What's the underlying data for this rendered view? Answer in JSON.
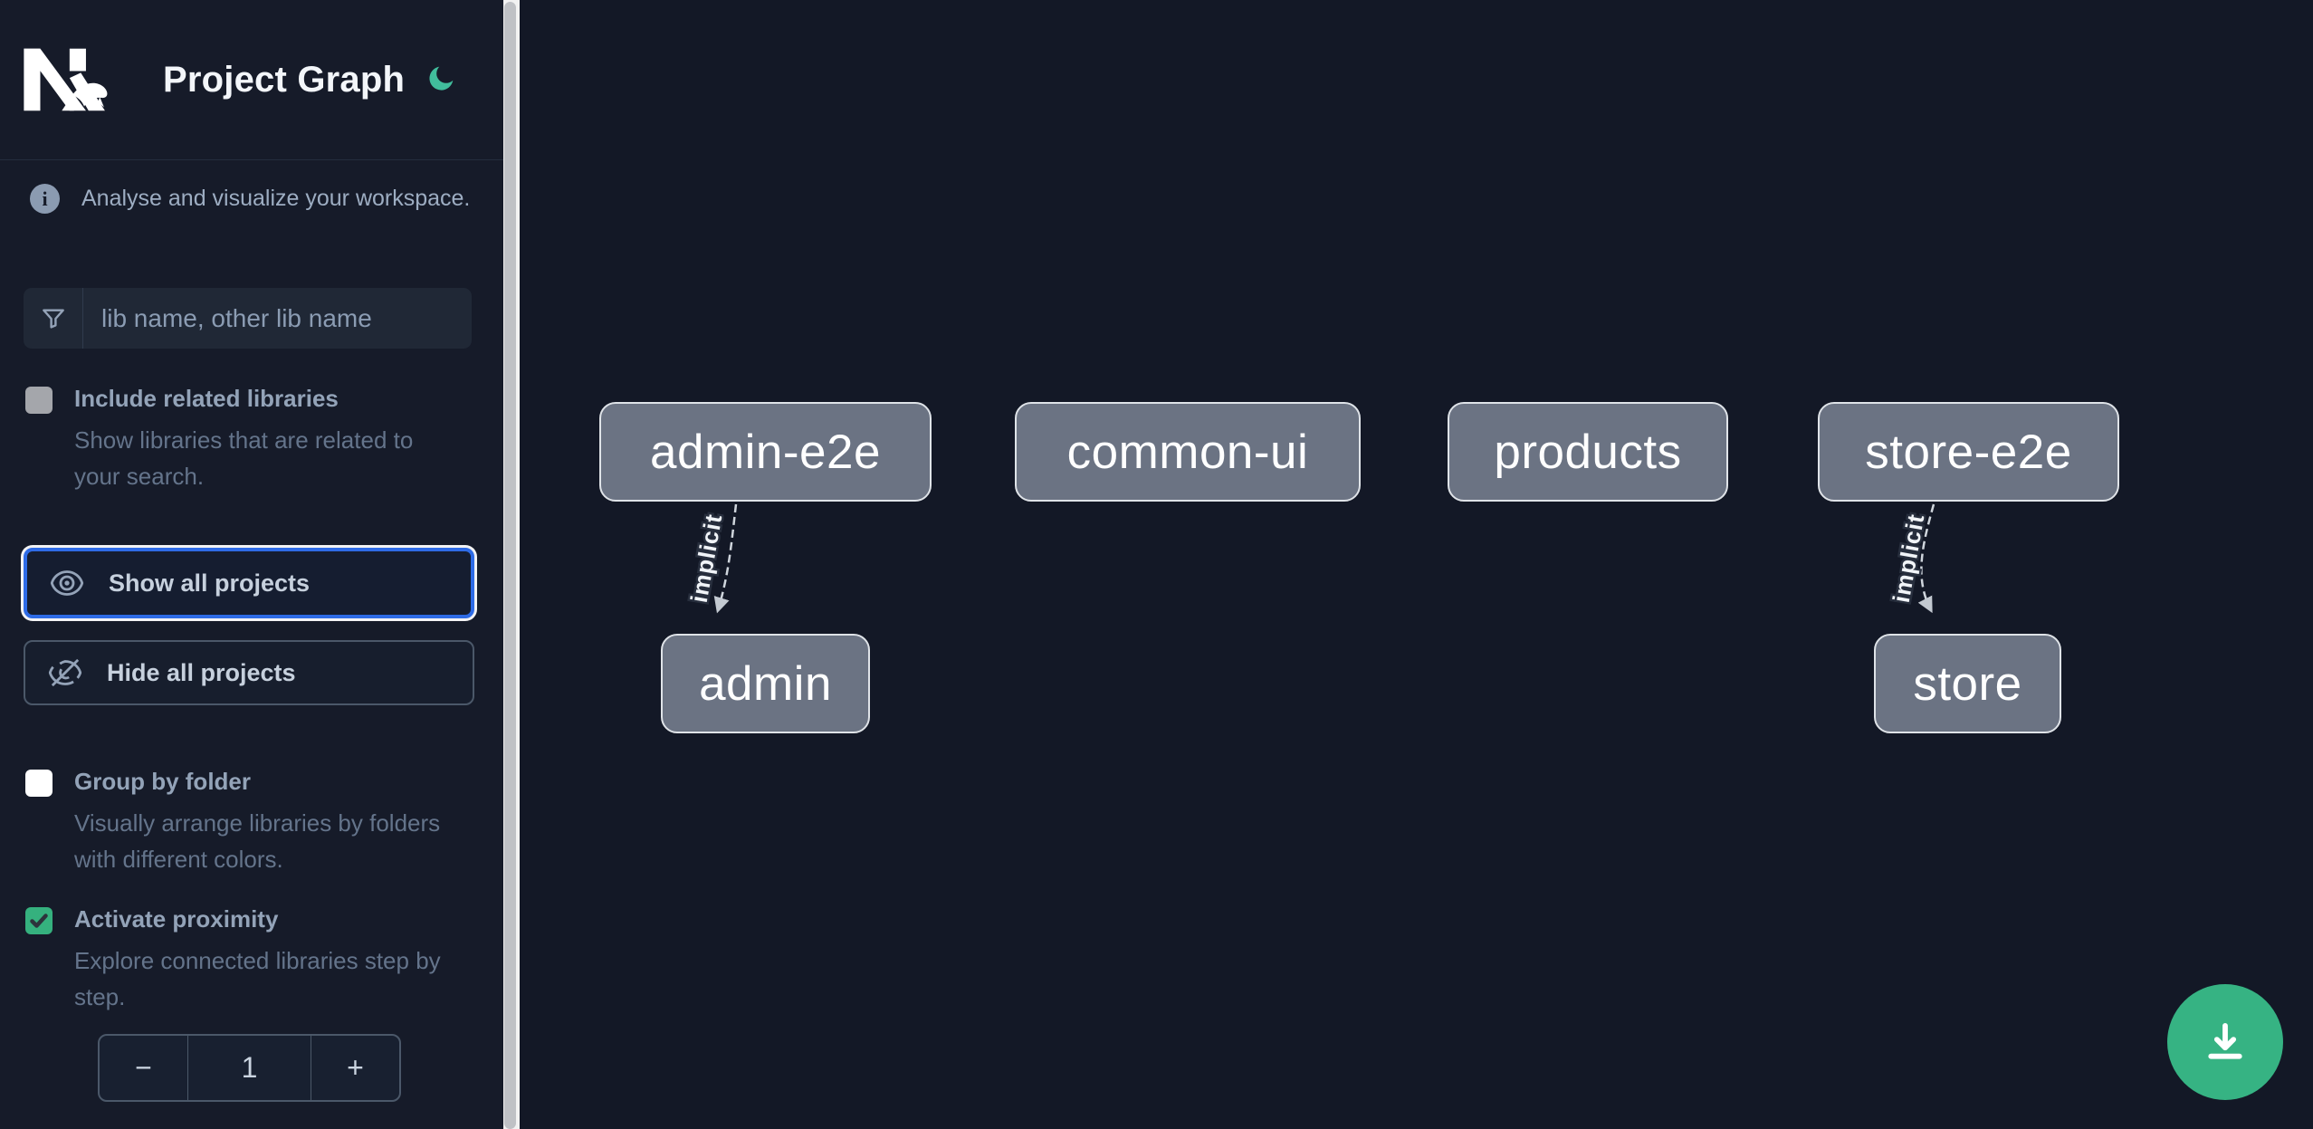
{
  "header": {
    "logo": "nx-logo",
    "title": "Project Graph",
    "theme_icon": "moon-icon"
  },
  "sidebar": {
    "info": "Analyse and visualize your workspace.",
    "search": {
      "placeholder": "lib name, other lib name",
      "icon": "funnel-icon"
    },
    "checkboxes": [
      {
        "label": "Include related libraries",
        "description": "Show libraries that are related to your search.",
        "checked": false
      },
      {
        "label": "Group by folder",
        "description": "Visually arrange libraries by folders with different colors.",
        "checked": false
      },
      {
        "label": "Activate proximity",
        "description": "Explore connected libraries step by step.",
        "checked": true
      }
    ],
    "buttons": [
      {
        "label": "Show all projects",
        "icon": "eye-icon",
        "focused": true
      },
      {
        "label": "Hide all projects",
        "icon": "eye-off-icon",
        "focused": false
      }
    ],
    "stepper": {
      "decrement": "−",
      "value": "1",
      "increment": "+"
    }
  },
  "graph": {
    "nodes": [
      {
        "label": "admin-e2e"
      },
      {
        "label": "common-ui"
      },
      {
        "label": "products"
      },
      {
        "label": "store-e2e"
      },
      {
        "label": "admin"
      },
      {
        "label": "store"
      }
    ],
    "edges": [
      {
        "from": "admin-e2e",
        "to": "admin",
        "label": "implicit",
        "type": "implicit"
      },
      {
        "from": "store-e2e",
        "to": "store",
        "label": "implicit",
        "type": "implicit"
      }
    ]
  },
  "fab": {
    "icon": "download-icon"
  },
  "colors": {
    "sidebar_bg": "#161b29",
    "canvas_bg": "#131826",
    "node_fill": "#6b7383",
    "node_border": "#dfe3e8",
    "edge": "#cfd5dc",
    "accent_green": "#36b383",
    "moon_green": "#41bd9c",
    "focus_blue": "#2e6be6",
    "label_slate": "#93a3b8",
    "description_slate": "#64748b"
  }
}
